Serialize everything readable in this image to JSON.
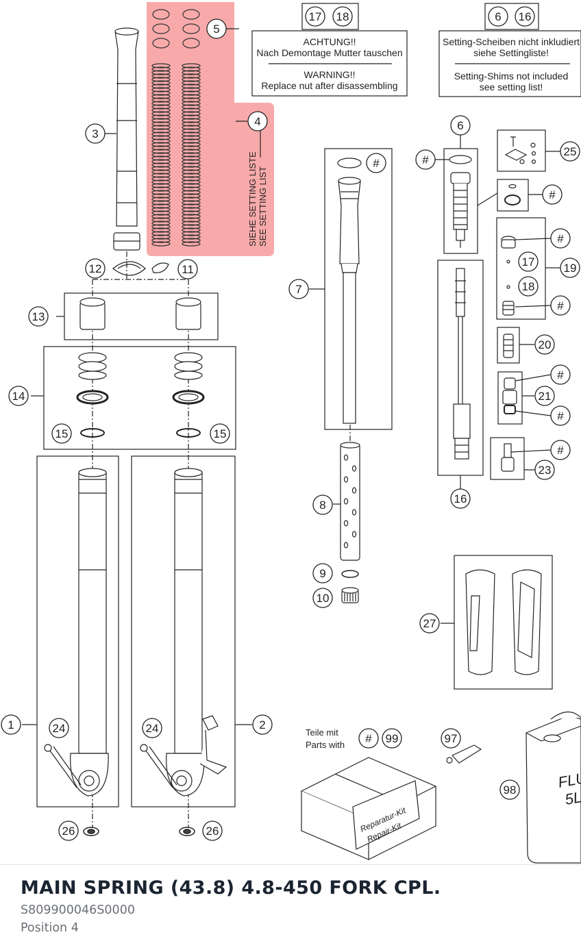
{
  "footer": {
    "title": "MAIN SPRING (43.8) 4.8-450 FORK CPL.",
    "part_number": "S809900046S0000",
    "position": "Position 4"
  },
  "highlight_color": "#f7a3a3",
  "notes": {
    "achtung_title": "ACHTUNG!!",
    "achtung_text": "Nach Demontage Mutter tauschen",
    "warning_title": "WARNING!!",
    "warning_text": "Replace nut after disassembling",
    "setting_de_1": "Setting-Scheiben nicht inkludiert",
    "setting_de_2": "siehe Settingliste!",
    "setting_en_1": "Setting-Shims not included",
    "setting_en_2": "see setting list!",
    "siehe": "SIEHE SETTING LISTE",
    "see": "SEE SETTING LIST",
    "teile_mit": "Teile mit",
    "parts_with": "Parts with",
    "repair_de": "Reparatur-Kit",
    "repair_en": "Repair-Kit",
    "fluid_1": "FLUI",
    "fluid_2": "5L"
  },
  "callouts": {
    "c1": "1",
    "c2": "2",
    "c3": "3",
    "c4": "4",
    "c5": "5",
    "c6": "6",
    "c7": "7",
    "c8": "8",
    "c9": "9",
    "c10": "10",
    "c11": "11",
    "c12": "12",
    "c13": "13",
    "c14": "14",
    "c15": "15",
    "c16": "16",
    "c17": "17",
    "c18": "18",
    "c19": "19",
    "c20": "20",
    "c21": "21",
    "c23": "23",
    "c24": "24",
    "c25": "25",
    "c26": "26",
    "c27": "27",
    "c97": "97",
    "c98": "98",
    "c99": "99",
    "hash": "#"
  }
}
